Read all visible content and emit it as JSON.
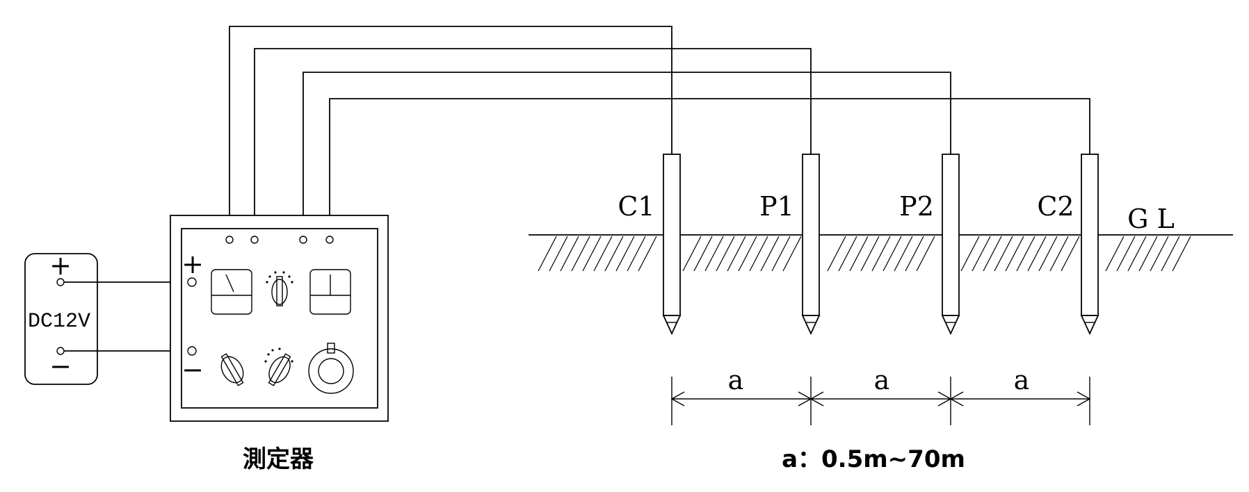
{
  "battery": {
    "plus_label": "+",
    "minus_label": "−",
    "voltage_label": "DC12V"
  },
  "instrument": {
    "plus_label": "+",
    "minus_label": "−",
    "caption": "測定器"
  },
  "electrodes": [
    {
      "label": "C1"
    },
    {
      "label": "P1"
    },
    {
      "label": "P2"
    },
    {
      "label": "C2"
    }
  ],
  "ground_label": "G L",
  "spacing": {
    "segment_label": "a",
    "caption": "a：0.5m~70m"
  }
}
